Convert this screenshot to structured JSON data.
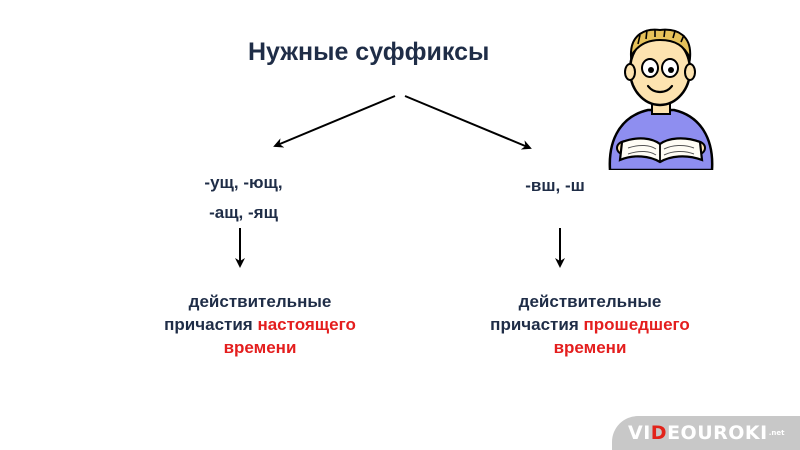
{
  "title": "Нужные суффиксы",
  "left": {
    "suffix_line1": "-ущ, -ющ,",
    "suffix_line2": "-ащ, -ящ",
    "desc_line1": "действительные",
    "desc_line2_pre": "причастия ",
    "desc_line2_hl": "настоящего",
    "desc_line3_hl": "времени"
  },
  "right": {
    "suffix": "-вш, -ш",
    "desc_line1": "действительные",
    "desc_line2_pre": "причастия ",
    "desc_line2_hl": "прошедшего",
    "desc_line3_hl": "времени"
  },
  "logo": {
    "part1": "VI",
    "part2": "D",
    "part3": "EOUROKI",
    "suffix": ".net"
  },
  "colors": {
    "text": "#1f2d47",
    "highlight": "#e41e1e",
    "logo_bg": "#c8c8c8",
    "logo_accent": "#e2231a"
  }
}
